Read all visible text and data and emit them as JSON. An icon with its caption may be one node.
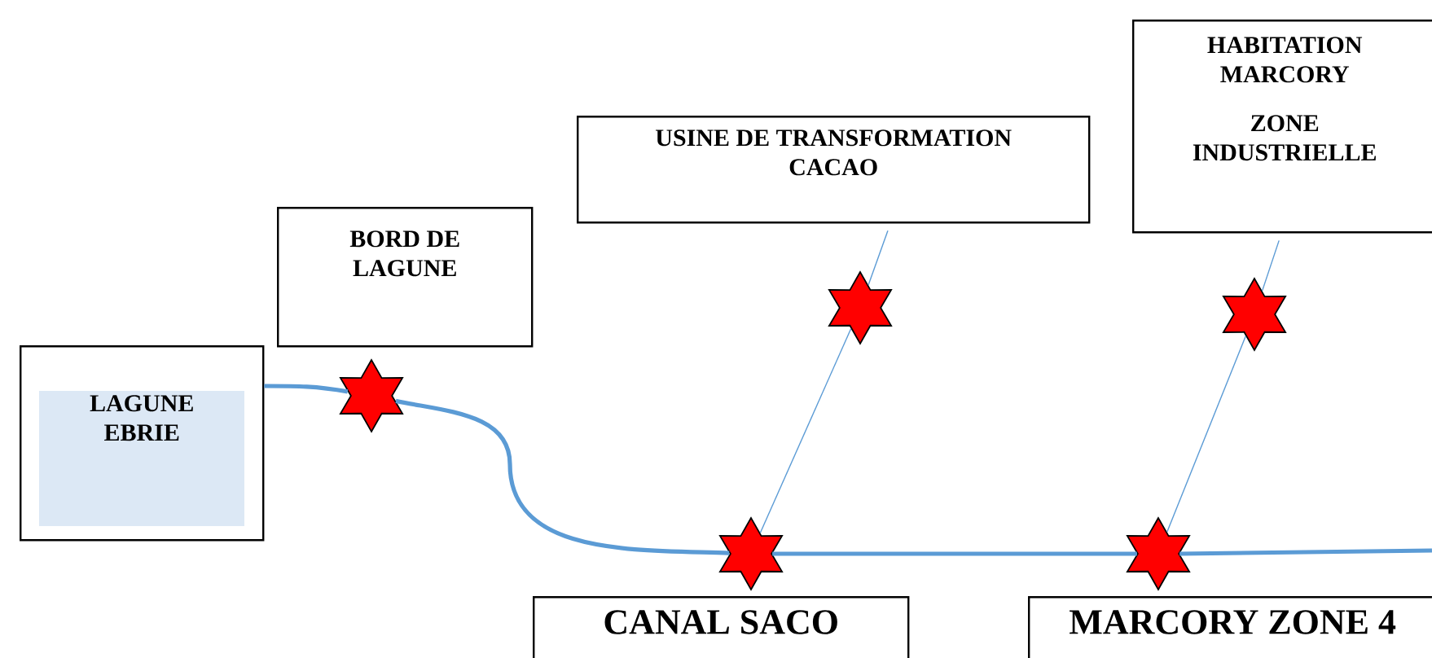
{
  "diagram": {
    "nodes": [
      {
        "text": [
          "LAGUNE EBRIE"
        ]
      },
      {
        "text": [
          "BORD DE LAGUNE"
        ]
      },
      {
        "text": [
          "USINE DE TRANSFORMATION CACAO"
        ]
      },
      {
        "text": [
          "HABITATION MARCORY",
          "ZONE INDUSTRIELLE"
        ]
      },
      {
        "text": [
          "CANAL SACO"
        ]
      },
      {
        "text": [
          "MARCORY ZONE 4"
        ]
      },
      {
        "text": [],
        "shape": "star"
      },
      {
        "text": [],
        "shape": "star"
      },
      {
        "text": [],
        "shape": "star"
      },
      {
        "text": [],
        "shape": "star"
      },
      {
        "text": [],
        "shape": "star"
      }
    ],
    "edges": [
      {
        "from": 0,
        "to": 6,
        "arrow": "none",
        "style": "thick"
      },
      {
        "from": 6,
        "to": 9,
        "arrow": "none",
        "style": "thick"
      },
      {
        "from": 9,
        "to": 10,
        "arrow": "none",
        "style": "thick"
      },
      {
        "from": 10,
        "to": null,
        "arrow": "none",
        "style": "thick"
      },
      {
        "from": 9,
        "to": 7,
        "arrow": "none"
      },
      {
        "from": 7,
        "to": 2,
        "arrow": "none"
      },
      {
        "from": 10,
        "to": 8,
        "arrow": "none"
      },
      {
        "from": 8,
        "to": 3,
        "arrow": "none"
      }
    ]
  }
}
